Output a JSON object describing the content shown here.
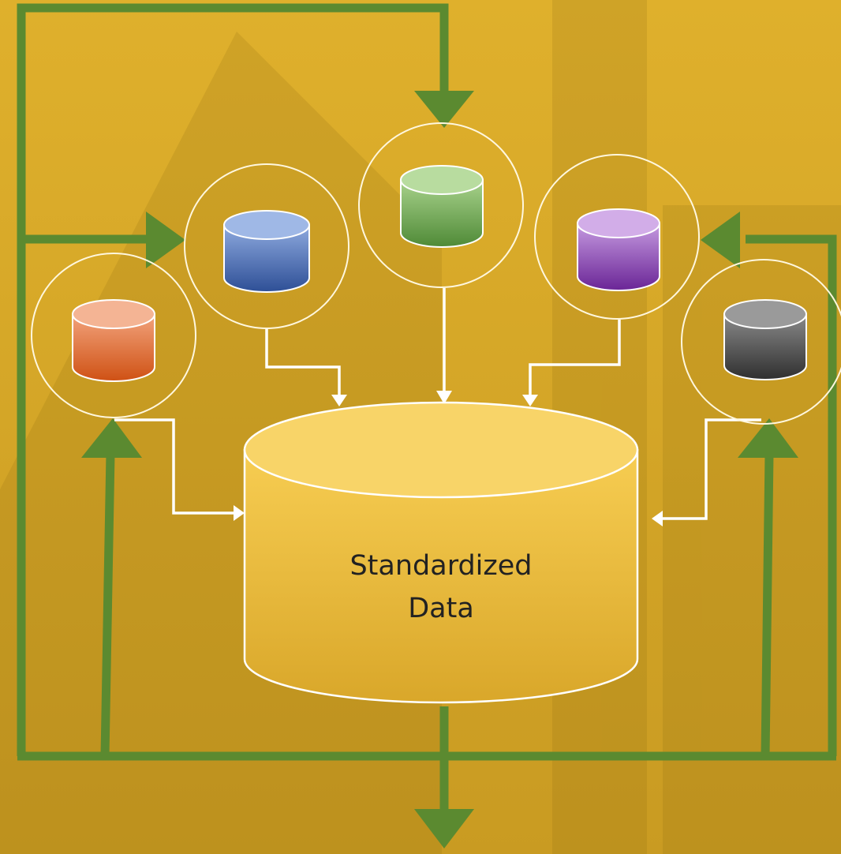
{
  "diagram": {
    "center_label_line1": "Standardized",
    "center_label_line2": "Data"
  },
  "colors": {
    "background": "#d9ad2a",
    "flow_arrow": "#5b8a30",
    "connector": "#ffffff",
    "central_db": "#f2c33c",
    "source_orange": "#d35b24",
    "source_blue": "#3a5fa8",
    "source_green": "#5f9447",
    "source_purple": "#7a35a6",
    "source_dark": "#454545"
  },
  "sources": [
    {
      "name": "orange-source-database-icon",
      "color": "orange"
    },
    {
      "name": "blue-source-database-icon",
      "color": "blue"
    },
    {
      "name": "green-source-database-icon",
      "color": "green"
    },
    {
      "name": "purple-source-database-icon",
      "color": "purple"
    },
    {
      "name": "dark-source-database-icon",
      "color": "dark gray"
    }
  ]
}
